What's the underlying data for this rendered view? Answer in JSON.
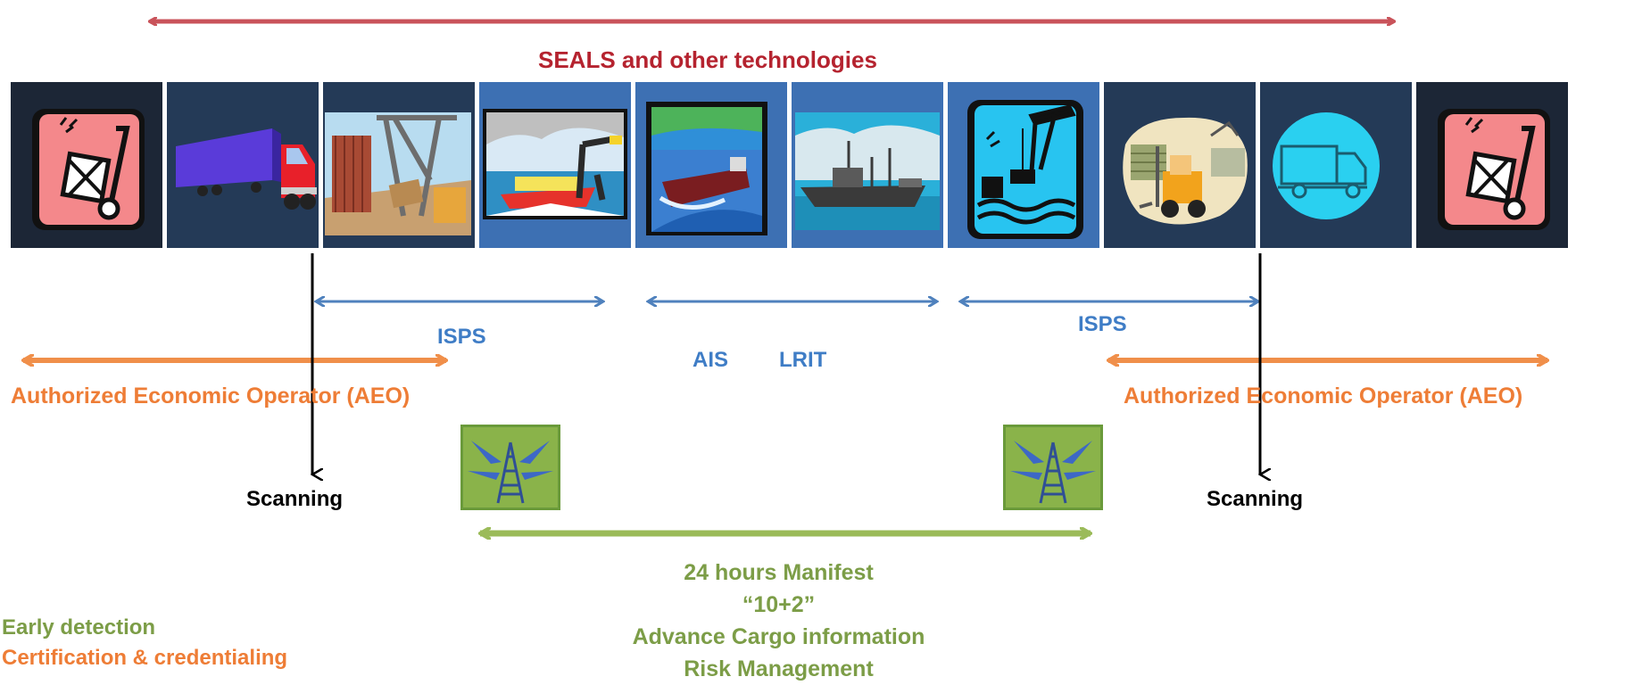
{
  "labels": {
    "seals": "SEALS and other technologies",
    "isps_left": "ISPS",
    "isps_right": "ISPS",
    "ais": "AIS",
    "lrit": "LRIT",
    "aeo_left": "Authorized Economic Operator (AEO)",
    "aeo_right": "Authorized Economic Operator (AEO)",
    "scanning_left": "Scanning",
    "scanning_right": "Scanning",
    "manifest_lines": [
      "24 hours Manifest",
      "“10+2”",
      "Advance Cargo information",
      "Risk Management"
    ],
    "legend": [
      "Early detection",
      "Certification & credentialing"
    ]
  },
  "panels": [
    {
      "name": "hand-truck-icon"
    },
    {
      "name": "truck-trailer-icon"
    },
    {
      "name": "port-crane-icon"
    },
    {
      "name": "loading-crane-ship-icon"
    },
    {
      "name": "tanker-ship-icon"
    },
    {
      "name": "cargo-ship-photo"
    },
    {
      "name": "dock-crane-icon"
    },
    {
      "name": "forklift-icon"
    },
    {
      "name": "delivery-truck-icon"
    },
    {
      "name": "hand-truck-icon"
    }
  ],
  "colors": {
    "seals": "#b5232f",
    "isps": "#3f7dc6",
    "aeo": "#ee7d36",
    "manifest": "#7c9d47",
    "scanning": "#000000",
    "panel_dark": "#243a57",
    "panel_mid": "#3d70b3"
  }
}
